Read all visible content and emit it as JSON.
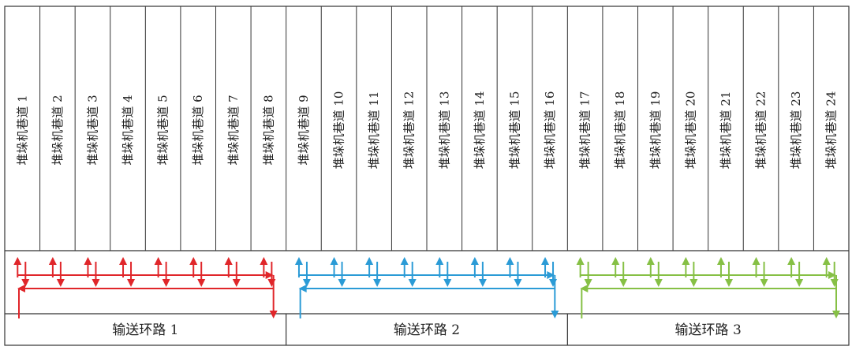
{
  "aisles": [
    "堆垛机巷道 1",
    "堆垛机巷道 2",
    "堆垛机巷道 3",
    "堆垛机巷道 4",
    "堆垛机巷道 5",
    "堆垛机巷道 6",
    "堆垛机巷道 7",
    "堆垛机巷道 8",
    "堆垛机巷道 9",
    "堆垛机巷道 10",
    "堆垛机巷道 11",
    "堆垛机巷道 12",
    "堆垛机巷道 13",
    "堆垛机巷道 14",
    "堆垛机巷道 15",
    "堆垛机巷道 16",
    "堆垛机巷道 17",
    "堆垛机巷道 18",
    "堆垛机巷道 19",
    "堆垛机巷道 20",
    "堆垛机巷道 21",
    "堆垛机巷道 22",
    "堆垛机巷道 23",
    "堆垛机巷道 24"
  ],
  "loops": [
    {
      "label": "输送环路 1",
      "color": "#e0262a",
      "aisles_per_loop": 8
    },
    {
      "label": "输送环路 2",
      "color": "#2b9bd6",
      "aisles_per_loop": 8
    },
    {
      "label": "输送环路 3",
      "color": "#86c045",
      "aisles_per_loop": 8
    }
  ]
}
